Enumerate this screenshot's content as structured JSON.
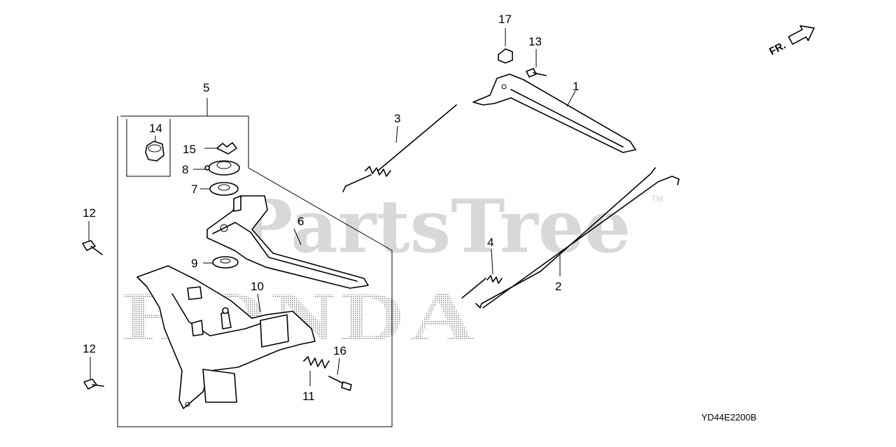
{
  "watermarks": {
    "site": "PartsTree",
    "trademark": "TM",
    "brand": "HONDA"
  },
  "orientation": {
    "label": "FR.",
    "icon": "front-direction-arrow-icon"
  },
  "diagram_code": "YD44E2200B",
  "callouts": [
    {
      "id": "c1",
      "label": "1"
    },
    {
      "id": "c2",
      "label": "2"
    },
    {
      "id": "c3",
      "label": "3"
    },
    {
      "id": "c4",
      "label": "4"
    },
    {
      "id": "c5",
      "label": "5"
    },
    {
      "id": "c6",
      "label": "6"
    },
    {
      "id": "c7",
      "label": "7"
    },
    {
      "id": "c8",
      "label": "8"
    },
    {
      "id": "c9",
      "label": "9"
    },
    {
      "id": "c10",
      "label": "10"
    },
    {
      "id": "c11",
      "label": "11"
    },
    {
      "id": "c12a",
      "label": "12"
    },
    {
      "id": "c12b",
      "label": "12"
    },
    {
      "id": "c13",
      "label": "13"
    },
    {
      "id": "c14",
      "label": "14"
    },
    {
      "id": "c15",
      "label": "15"
    },
    {
      "id": "c16",
      "label": "16"
    },
    {
      "id": "c17",
      "label": "17"
    }
  ]
}
